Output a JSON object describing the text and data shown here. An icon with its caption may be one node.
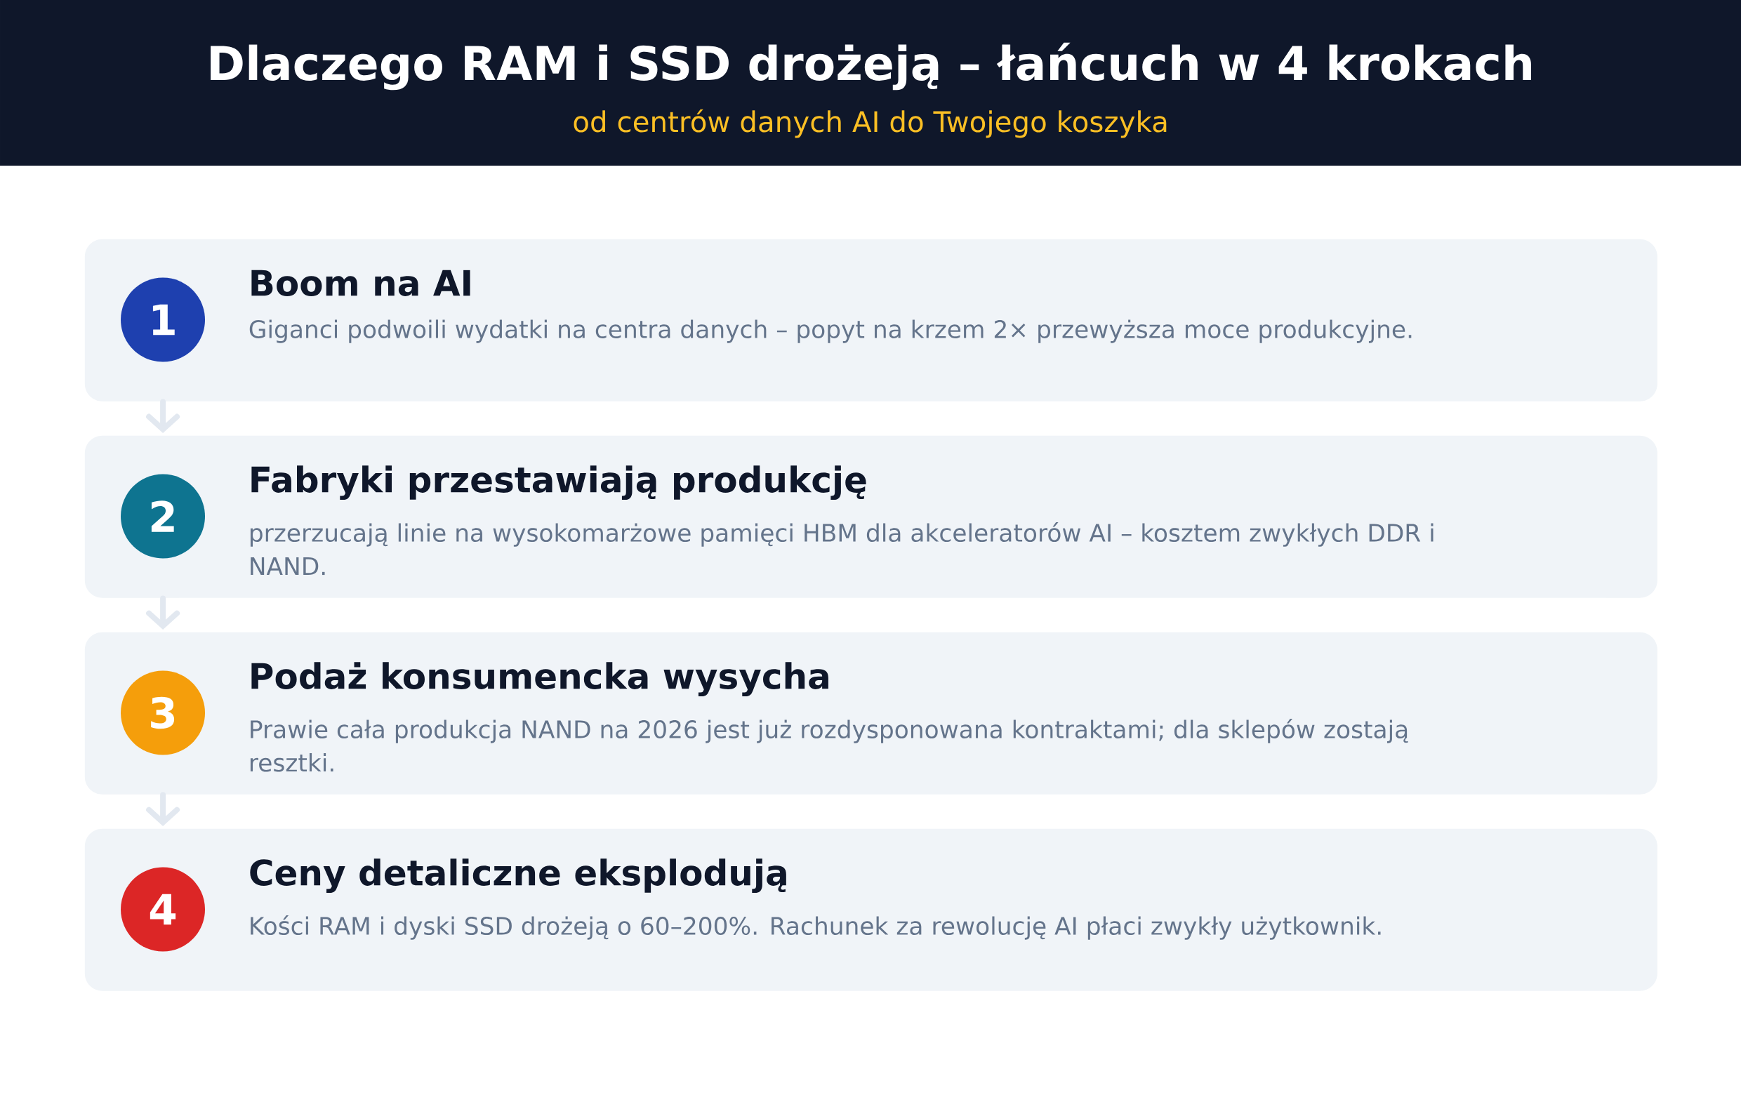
{
  "diagram": {
    "title": "Dlaczego RAM i SSD drożeją – łańcuch w 4 krokach",
    "nodes": [
      {
        "text": [
          "Boom na AI",
          "Giganci podwoili wydatki na centra danych – popyt na krzem 2× przewyższa moce produkcyjne."
        ]
      },
      {
        "text": [
          "1"
        ],
        "in": 0
      },
      {
        "text": [
          "Fabryki przestawiają produkcję",
          "przerzucają linie na wysokomarżowe pamięci HBM dla akceleratorów AI – kosztem zwykłych DDR i NAND."
        ]
      },
      {
        "text": [
          "2"
        ],
        "in": 2
      },
      {
        "text": [
          "Podaż konsumencka wysycha",
          "Prawie cała produkcja NAND na 2026 jest już rozdysponowana kontraktami; dla sklepów zostają resztki."
        ]
      },
      {
        "text": [
          "3"
        ],
        "in": 4
      },
      {
        "text": [
          "Ceny detaliczne eksplodują",
          "Kości RAM i dyski SSD drożeją o 60–200%. Rachunek za rewolucję AI płaci zwykły użytkownik."
        ]
      },
      {
        "text": [
          "4"
        ],
        "in": 6
      }
    ],
    "edges": [
      {
        "from": 0,
        "to": 2,
        "arrow": "to"
      },
      {
        "from": 2,
        "to": 4,
        "arrow": "to"
      },
      {
        "from": 4,
        "to": 6,
        "arrow": "to"
      }
    ],
    "labels": [
      "od centrów danych AI do Twojego koszyka"
    ]
  }
}
